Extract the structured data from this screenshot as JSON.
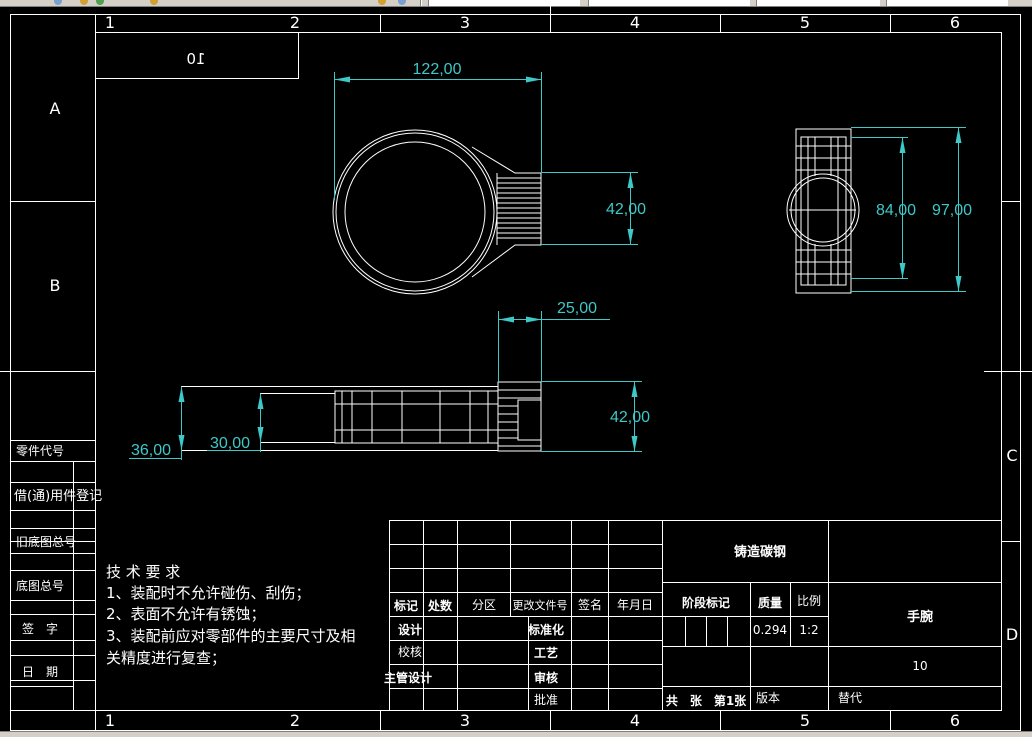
{
  "border": {
    "columns": [
      "1",
      "2",
      "3",
      "4",
      "5",
      "6"
    ],
    "rows": [
      "A",
      "B",
      "C",
      "D"
    ]
  },
  "corner_code": "10",
  "dimensions": {
    "top_width": "122,00",
    "top_height": "42,00",
    "side_inner": "84,00",
    "side_outer": "97,00",
    "bottom_hub": "25,00",
    "bottom_height": "42,00",
    "bottom_outer": "36,00",
    "bottom_inner": "30,00"
  },
  "left_strip": [
    "零件代号",
    "借(通)用件登记",
    "旧底图总号",
    "底图总号",
    "签　字",
    "日　期"
  ],
  "tech_notes": {
    "title": "技 术 要 求",
    "lines": [
      "1、装配时不允许碰伤、刮伤；",
      "2、表面不允许有锈蚀；",
      "3、装配前应对零部件的主要尺寸及相",
      "关精度进行复查；"
    ]
  },
  "title_block": {
    "header_row": [
      "标记",
      "处数",
      "分区",
      "更改文件号",
      "签名",
      "年月日"
    ],
    "design": "设计",
    "check": "校核",
    "chief_design": "主管设计",
    "standardize": "标准化",
    "process": "工艺",
    "review": "审核",
    "approve": "批准",
    "material": "铸造碳钢",
    "stage_mark": "阶段标记",
    "mass": "质量",
    "scale": "比例",
    "mass_value": "0.294",
    "scale_value": "1:2",
    "part_name": "手腕",
    "drawing_no": "10",
    "sheets": "共　张　第1张",
    "version": "版本",
    "replace": "替代"
  }
}
